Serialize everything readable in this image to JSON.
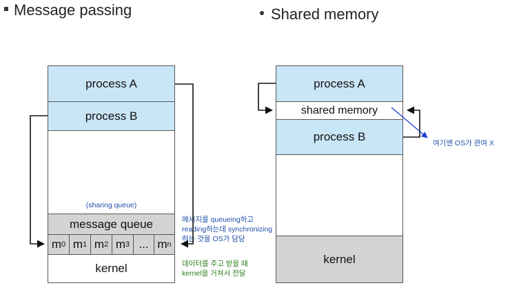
{
  "titles": {
    "left": "Message passing",
    "right": "Shared memory"
  },
  "left_diagram": {
    "process_a": "process A",
    "process_b": "process B",
    "sharing_queue": "(sharing queue)",
    "message_queue": "message queue",
    "queue_cells": [
      {
        "base": "m",
        "sub": "0"
      },
      {
        "base": "m",
        "sub": "1"
      },
      {
        "base": "m",
        "sub": "2"
      },
      {
        "base": "m",
        "sub": "3"
      },
      {
        "base": "...",
        "sub": ""
      },
      {
        "base": "m",
        "sub": "n"
      }
    ],
    "kernel": "kernel"
  },
  "right_diagram": {
    "process_a": "process A",
    "shared_memory": "shared memory",
    "process_b": "process B",
    "kernel": "kernel"
  },
  "annotations": {
    "queue_note_line1": "메세지를 queueing하고",
    "queue_note_line2": "reading하는데 synchronizing",
    "queue_note_line3": "하는 것을 OS가 담당",
    "kernel_note_line1": "데이터를 주고 받을 때",
    "kernel_note_line2": "kernel을 거쳐서 전달",
    "shared_note": "여기엔 OS가 관여 X"
  },
  "colors": {
    "process": "#c9e6f6",
    "queue": "#d3d3d3",
    "annotation_blue": "#1f4fa8",
    "annotation_green": "#2e7d1e",
    "pointer_arrow": "#1a3fd6"
  }
}
